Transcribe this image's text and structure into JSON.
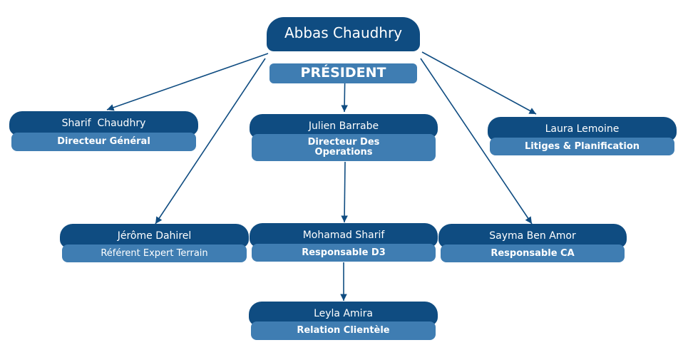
{
  "org_chart": {
    "president": {
      "name": "Abbas Chaudhry",
      "role": "PRÉSIDENT"
    },
    "directeur_general": {
      "name": "Sharif  Chaudhry",
      "role": "Directeur Général"
    },
    "directeur_operations": {
      "name": "Julien Barrabe",
      "role": "Directeur Des Operations"
    },
    "litiges": {
      "name": "Laura Lemoine",
      "role": "Litiges & Planification"
    },
    "referent": {
      "name": "Jérôme Dahirel",
      "role": "Référent Expert Terrain"
    },
    "responsable_d3": {
      "name": "Mohamad Sharif",
      "role": "Responsable D3"
    },
    "responsable_ca": {
      "name": "Sayma Ben Amor",
      "role": "Responsable CA"
    },
    "relation_clientele": {
      "name": "Leyla Amira",
      "role": "Relation Clientèle"
    }
  },
  "colors": {
    "dark_blue": "#0f4c81",
    "light_blue": "#3f7db2",
    "connector": "#0f4c81"
  }
}
